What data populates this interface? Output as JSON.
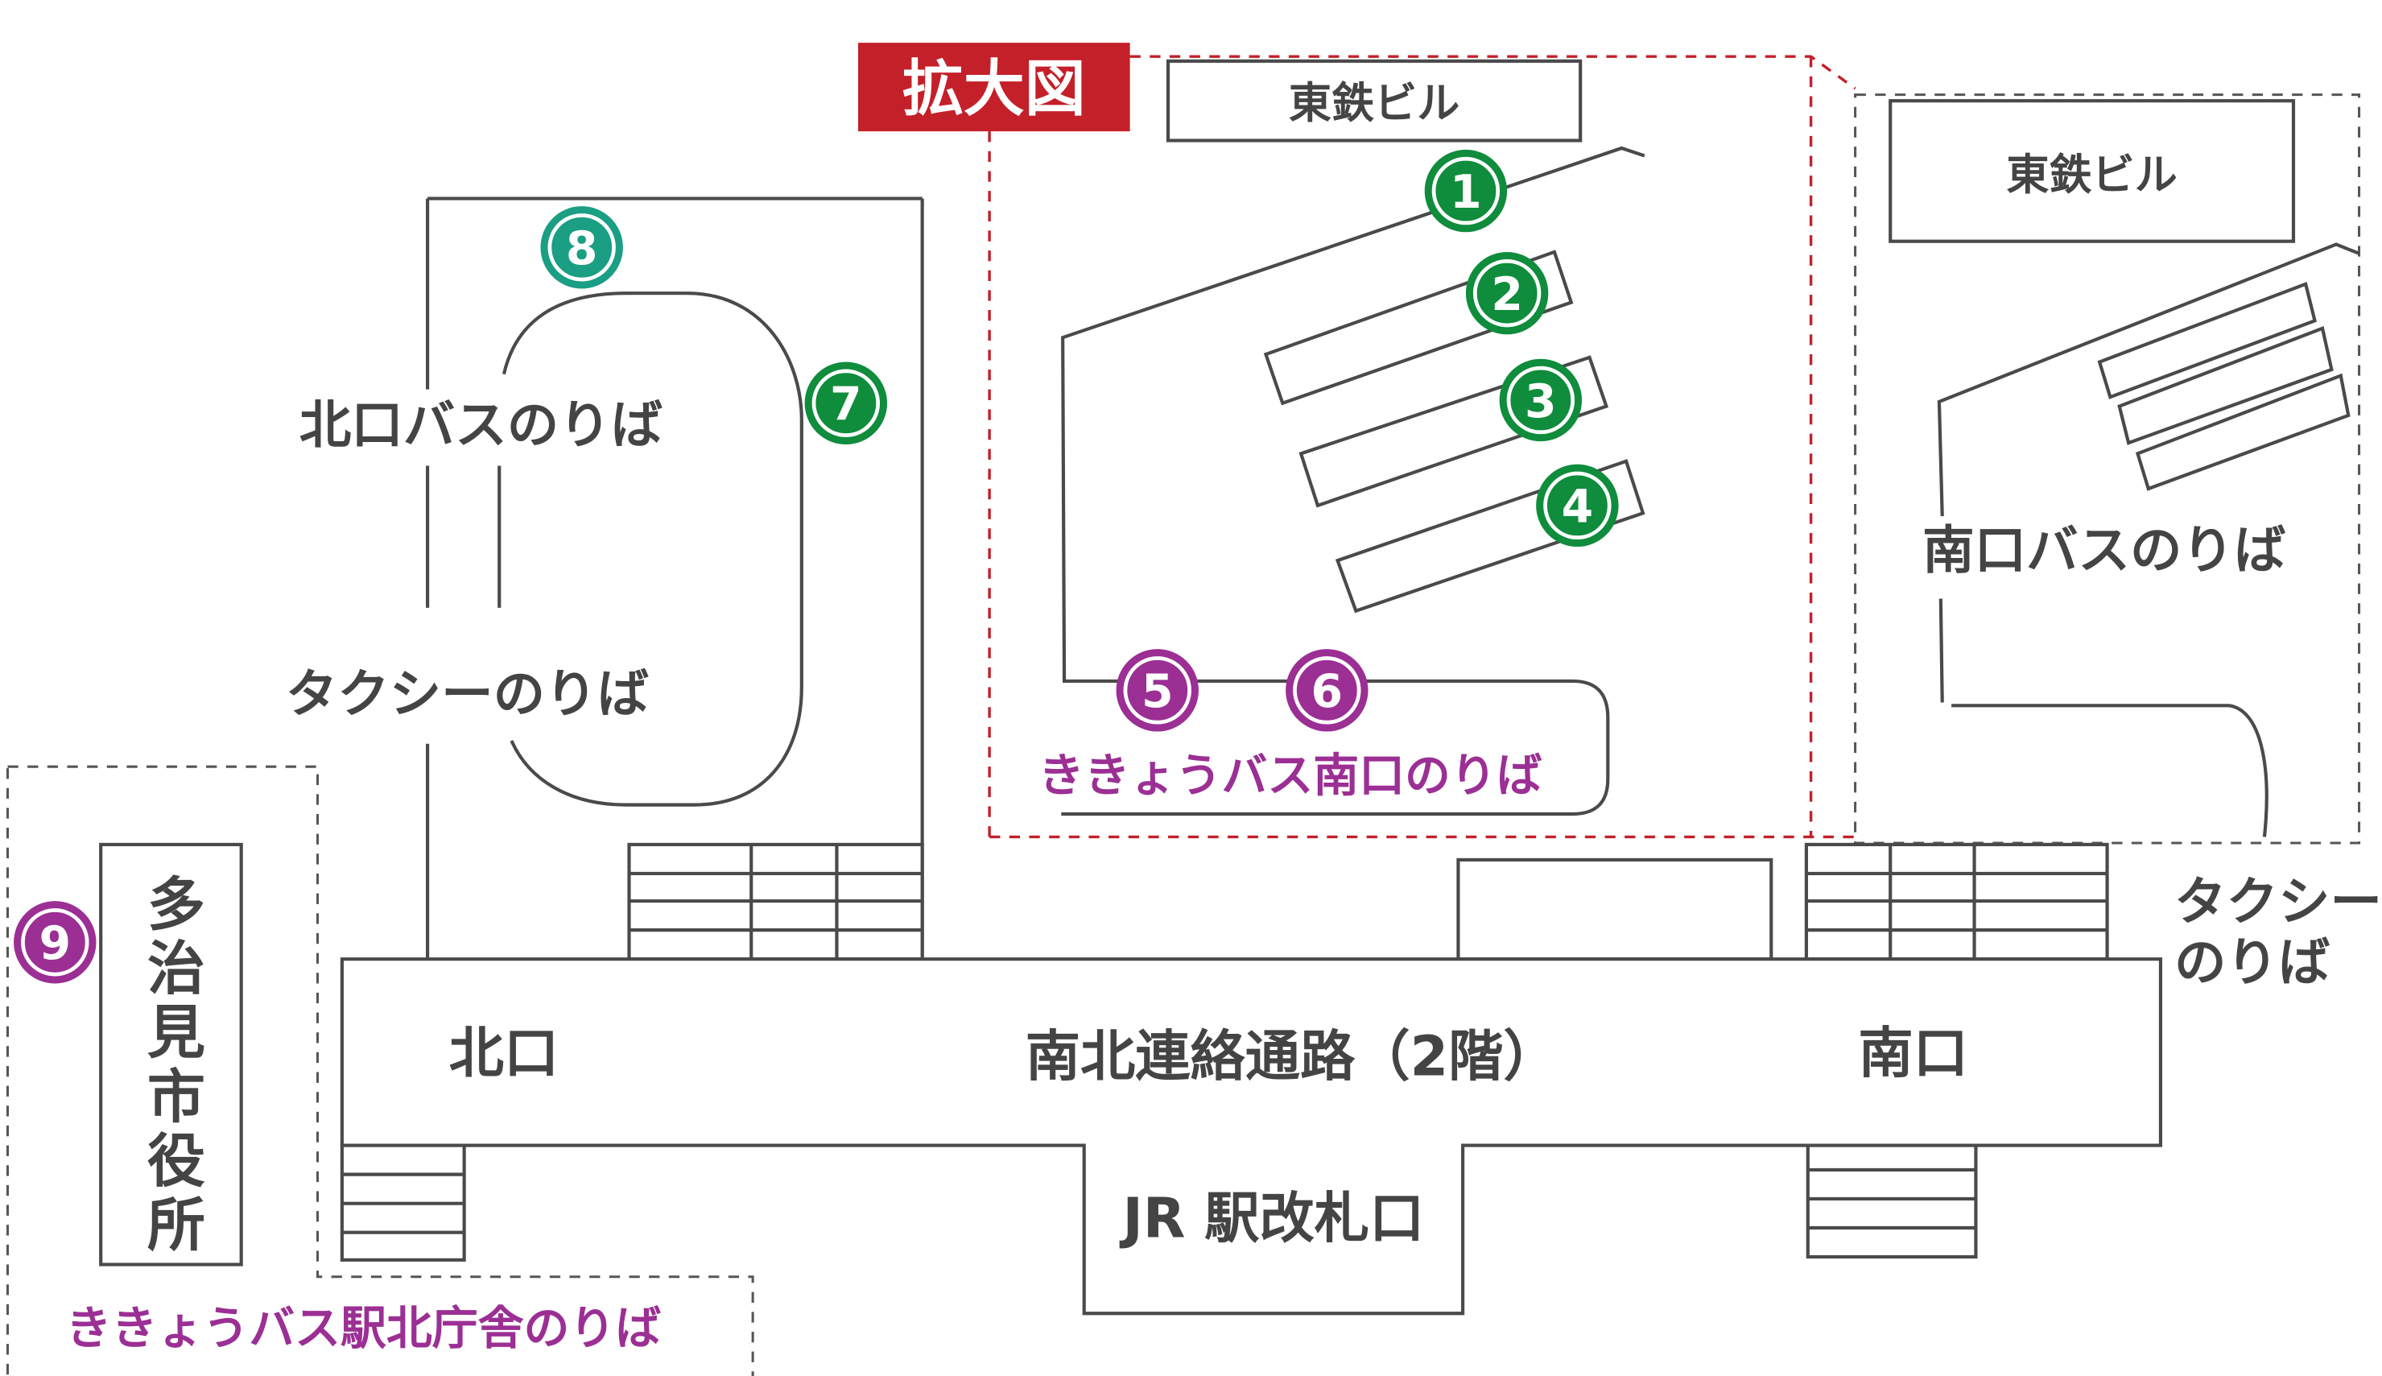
{
  "enlarged_label": "拡大図",
  "buildings": {
    "totetsu_left": "東鉄ビル",
    "totetsu_right": "東鉄ビル"
  },
  "areas": {
    "north_bus": "北口バスのりば",
    "north_taxi": "タクシーのりば",
    "south_bus": "南口バスのりば",
    "south_taxi_line1": "タクシー",
    "south_taxi_line2": "のりば",
    "kikyo_south": "ききょうバス南口のりば",
    "kikyo_north": "ききょうバス駅北庁舎のりば",
    "city_hall": "多治見市役所"
  },
  "station": {
    "north_exit": "北口",
    "south_exit": "南口",
    "corridor": "南北連絡通路（2階）",
    "gate": "JR 駅改札口"
  },
  "stops": [
    {
      "number": "1",
      "color": "#0f8c3c"
    },
    {
      "number": "2",
      "color": "#0f8c3c"
    },
    {
      "number": "3",
      "color": "#0f8c3c"
    },
    {
      "number": "4",
      "color": "#0f8c3c"
    },
    {
      "number": "5",
      "color": "#9b2f94"
    },
    {
      "number": "6",
      "color": "#9b2f94"
    },
    {
      "number": "7",
      "color": "#0f8c3c"
    },
    {
      "number": "8",
      "color": "#1a9e84"
    },
    {
      "number": "9",
      "color": "#9b2f94"
    }
  ],
  "colors": {
    "accent_red": "#c4202a",
    "kikyo_purple": "#9b2f94"
  }
}
